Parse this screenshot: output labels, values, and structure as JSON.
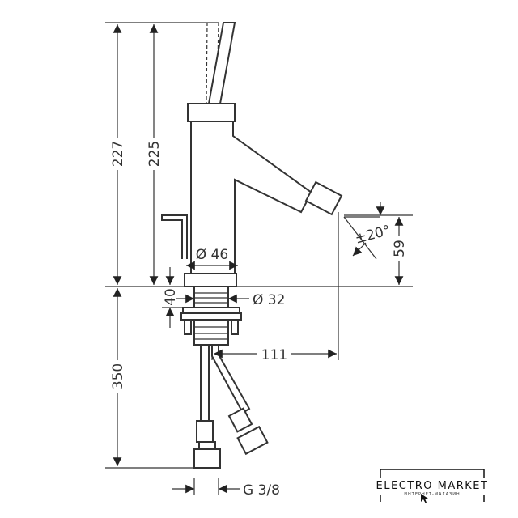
{
  "drawing": {
    "dimensions": {
      "total_height": "227",
      "spout_height": "225",
      "base_thickness": "40",
      "body_diameter": "Ø 46",
      "shank_diameter": "Ø 32",
      "spout_reach": "111",
      "below_counter": "350",
      "spout_outlet_height": "59",
      "swivel_angle": "±20°",
      "connection_thread": "G 3/8"
    }
  },
  "logo": {
    "title": "ELECTRO MARKET",
    "subtitle": "ИНТЕРНЕТ-МАГАЗИН"
  }
}
